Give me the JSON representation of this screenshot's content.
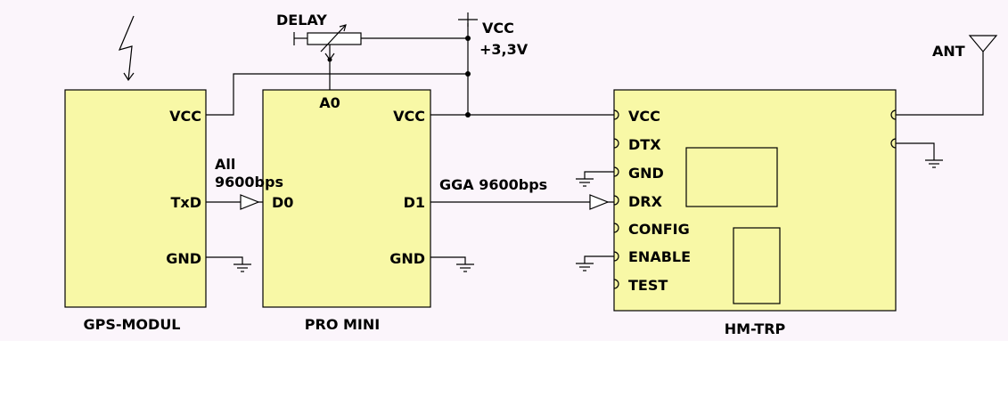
{
  "colors": {
    "background": "#fbf5fb",
    "module_fill": "#f8f8a6",
    "line": "#000000"
  },
  "gps": {
    "title": "GPS-MODUL",
    "vcc": "VCC",
    "txd": "TxD",
    "gnd": "GND"
  },
  "pro_mini": {
    "title": "PRO MINI",
    "a0": "A0",
    "vcc": "VCC",
    "d0": "D0",
    "d1": "D1",
    "gnd": "GND"
  },
  "hm_trp": {
    "title": "HM-TRP",
    "pins": [
      "VCC",
      "DTX",
      "GND",
      "DRX",
      "CONFIG",
      "ENABLE",
      "TEST"
    ]
  },
  "labels": {
    "delay": "DELAY",
    "vcc": "VCC",
    "voltage": "+3,3V",
    "ant": "ANT",
    "baud_all_1": "All",
    "baud_all_2": "9600bps",
    "baud_gga": "GGA 9600bps"
  },
  "icons": [
    "lightning-icon",
    "ground-icon",
    "antenna-icon",
    "potentiometer-icon",
    "arrow-icon"
  ]
}
